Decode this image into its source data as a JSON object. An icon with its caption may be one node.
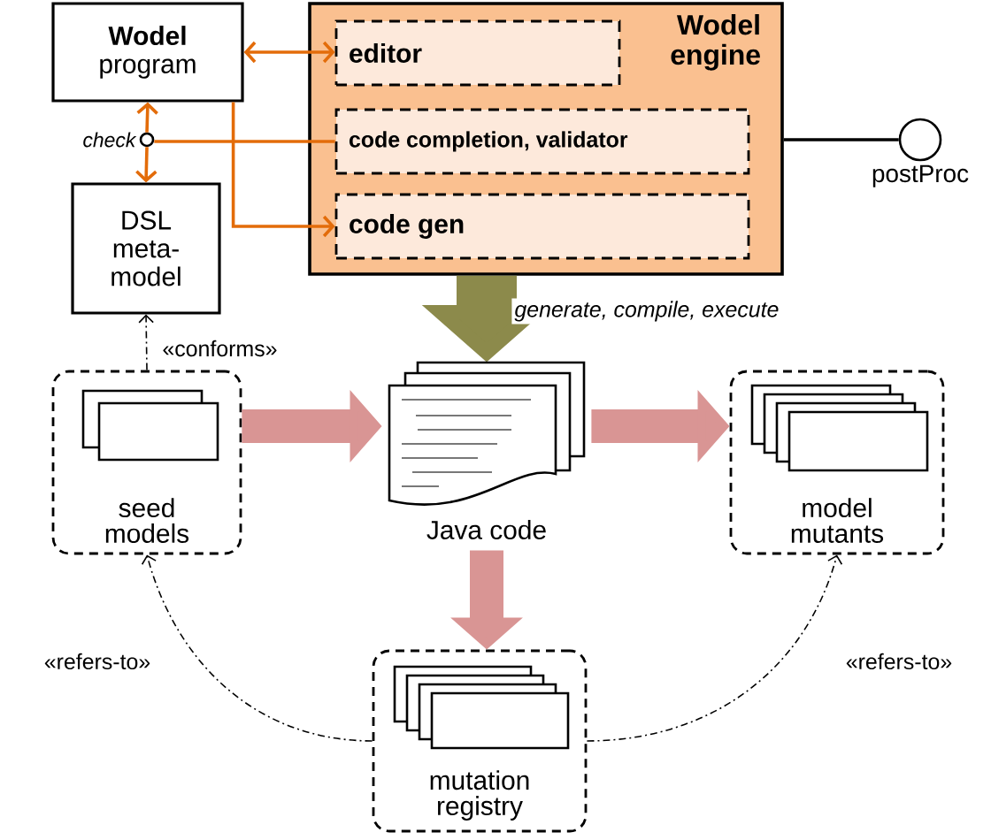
{
  "diagram": {
    "nodes": [
      {
        "text": [
          "**Wodel** program"
        ]
      },
      {
        "text": [
          "Wodel engine"
        ]
      },
      {
        "text": [
          "editor"
        ],
        "in": 1
      },
      {
        "text": [
          "code completion, validator"
        ],
        "in": 1
      },
      {
        "text": [
          "code gen"
        ],
        "in": 1
      },
      {
        "text": [
          "DSL meta-model"
        ]
      },
      {
        "text": [],
        "shape": "circle",
        "beside": [
          "check"
        ]
      },
      {
        "text": [],
        "shape": "circle",
        "beside": [
          "postProc"
        ]
      },
      {
        "text": [
          "seed models"
        ]
      },
      {
        "text": [
          "Java code"
        ]
      },
      {
        "text": [
          "model mutants"
        ]
      },
      {
        "text": [
          "mutation registry"
        ]
      }
    ],
    "edges": [
      {
        "from": 0,
        "to": 2,
        "arrow": "both"
      },
      {
        "from": 6,
        "to": 0,
        "arrow": "to"
      },
      {
        "from": 6,
        "to": 5,
        "arrow": "to"
      },
      {
        "from": 3,
        "to": 6,
        "arrow": "none"
      },
      {
        "from": 0,
        "to": 4,
        "arrow": "to"
      },
      {
        "from": 1,
        "to": 7,
        "arrow": "none",
        "color": "#000000"
      },
      {
        "from": 1,
        "to": 9,
        "arrow": "to",
        "style": "thick",
        "color": "#8c8a4b",
        "label": "generate, compile, execute"
      },
      {
        "from": 8,
        "to": 9,
        "arrow": "to",
        "style": "thick",
        "color": "#d99594"
      },
      {
        "from": 9,
        "to": 10,
        "arrow": "to",
        "style": "thick",
        "color": "#d99594"
      },
      {
        "from": 9,
        "to": 11,
        "arrow": "to",
        "style": "thick",
        "color": "#d99594"
      },
      {
        "from": 8,
        "to": 5,
        "arrow": "to",
        "style": "dashed",
        "color": "#000000",
        "label": "«conforms»"
      },
      {
        "from": 11,
        "to": 8,
        "arrow": "to",
        "style": "dashed",
        "color": "#000000",
        "label": "«refers-to»"
      },
      {
        "from": 11,
        "to": 10,
        "arrow": "to",
        "style": "dashed",
        "color": "#000000",
        "label": "«refers-to»"
      }
    ]
  }
}
